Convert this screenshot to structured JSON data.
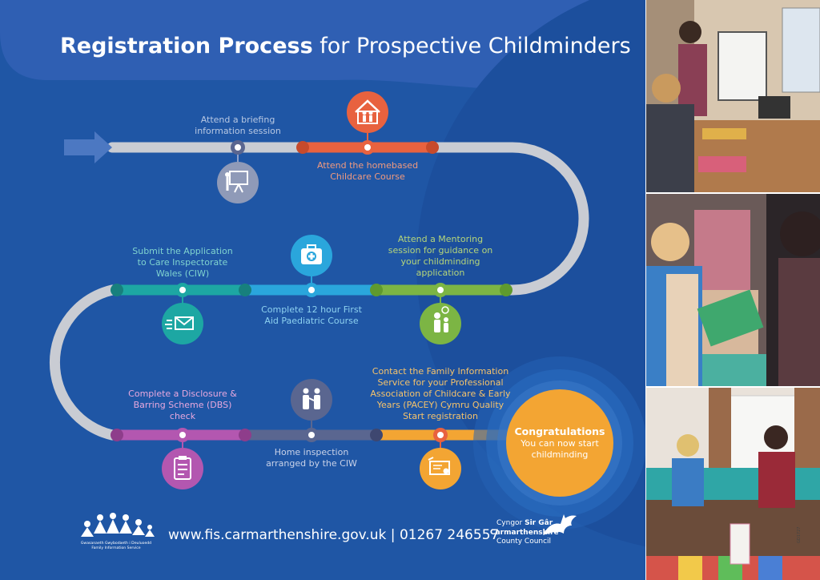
{
  "title": {
    "bold": "Registration Process",
    "rest": " for Prospective Childminders"
  },
  "steps": {
    "briefing": "Attend a briefing information session",
    "briefing_l1": "Attend a briefing",
    "briefing_l2": "information session",
    "homebased_l1": "Attend the homebased",
    "homebased_l2": "Childcare Course",
    "ciw_l1": "Submit the Application",
    "ciw_l2": "to Care Inspectorate",
    "ciw_l3": "Wales (CIW)",
    "firstaid_l1": "Complete 12 hour First",
    "firstaid_l2": "Aid Paediatric Course",
    "mentor_l1": "Attend a Mentoring",
    "mentor_l2": "session for guidance on",
    "mentor_l3": "your childminding",
    "mentor_l4": "application",
    "dbs_l1": "Complete a Disclosure &",
    "dbs_l2": "Barring Scheme (DBS)",
    "dbs_l3": "check",
    "home_l1": "Home inspection",
    "home_l2": "arranged by the CIW",
    "fis_l1": "Contact the Family Information",
    "fis_l2": "Service for your Professional",
    "fis_l3": "Association of Childcare & Early",
    "fis_l4": "Years (PACEY) Cymru Quality",
    "fis_l5": "Start registration"
  },
  "congrats": {
    "heading": "Congratulations",
    "l1": "You can now start",
    "l2": "childminding"
  },
  "footer": {
    "contact": "www.fis.carmarthenshire.gov.uk  |  01267 246557",
    "fis_logo_text_l1": "Gwasanaeth Gwybodaeth i Deuluoedd",
    "fis_logo_text_l2": "Family Information Service",
    "council_l1_a": "Cyngor ",
    "council_l1_b": "Sir Gâr",
    "council_l2": "Carmarthenshire",
    "council_l3": "County Council"
  },
  "doc_code": "GD1727",
  "icons": [
    "presentation-icon",
    "house-family-icon",
    "mail-icon",
    "first-aid-kit-icon",
    "mentoring-people-icon",
    "checklist-icon",
    "home-visit-icon",
    "certificate-icon"
  ],
  "colors": {
    "background": "#1f56a5",
    "orange": "#e8623f",
    "teal": "#1da7a3",
    "blue": "#2aa6dc",
    "green": "#7cb544",
    "purple": "#b357b0",
    "slate": "#5a6690",
    "yellow": "#f3a533",
    "grey_track": "#c9ccd3"
  }
}
